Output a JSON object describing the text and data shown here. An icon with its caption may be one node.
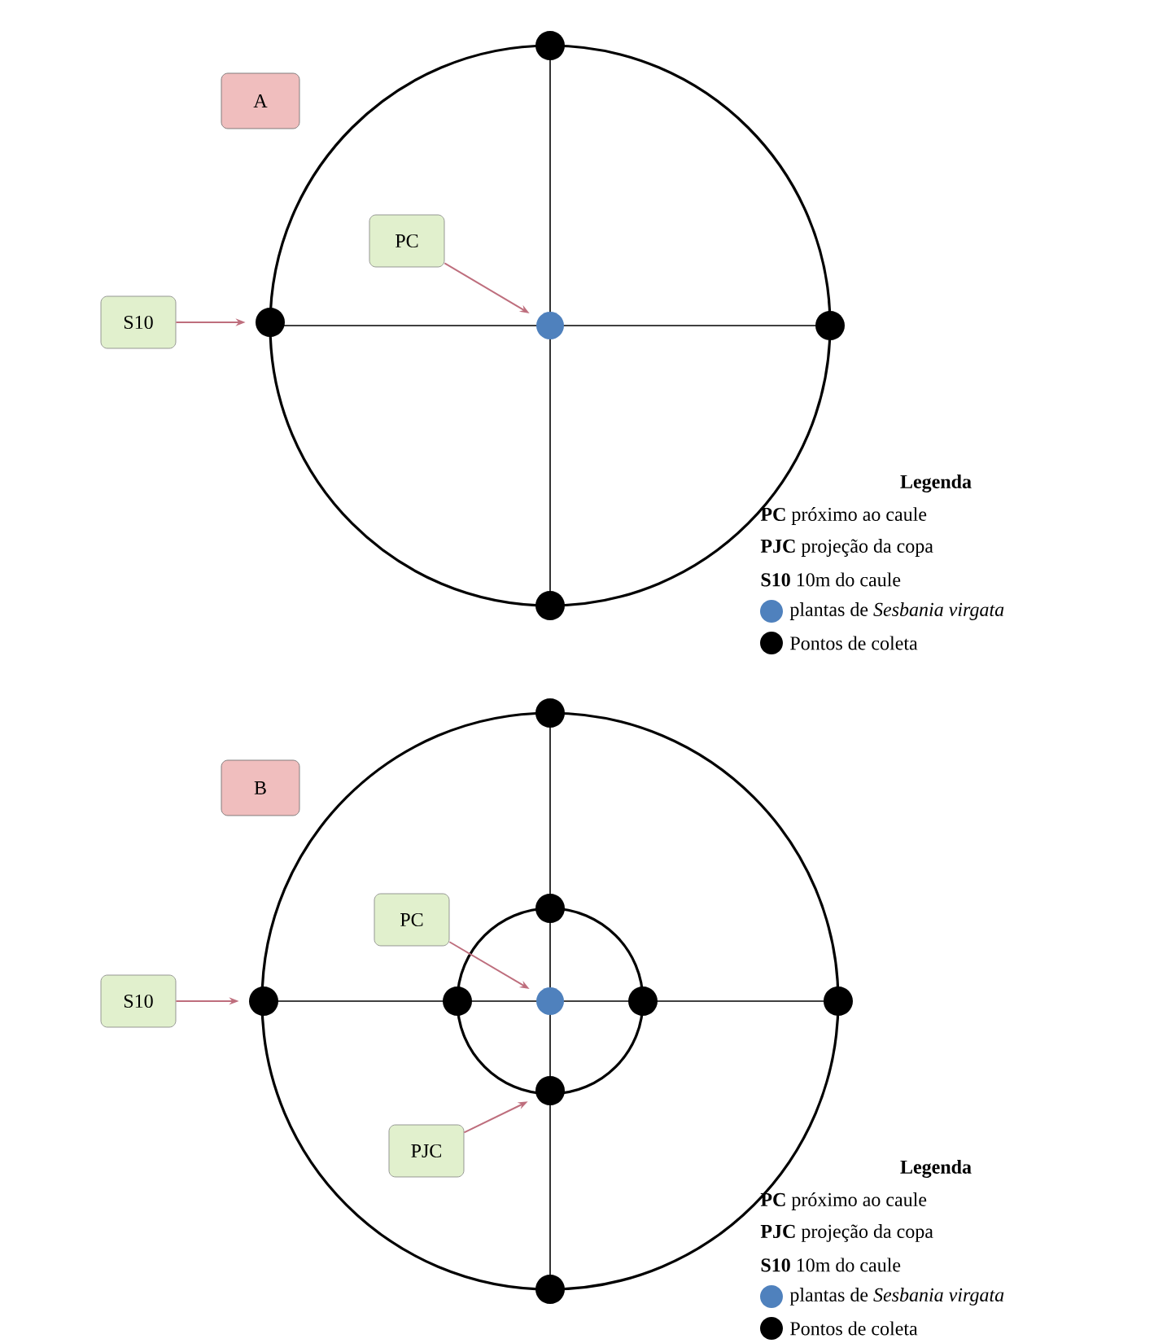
{
  "diagram": {
    "nodes": [
      {
        "text": [
          "A"
        ]
      },
      {
        "text": [
          "PC"
        ]
      },
      {
        "text": [
          "S10"
        ]
      },
      {
        "text": [],
        "shape": "circle"
      },
      {
        "text": [],
        "shape": "circle"
      },
      {
        "text": [
          "B"
        ]
      },
      {
        "text": [
          "PC"
        ]
      },
      {
        "text": [
          "S10"
        ]
      },
      {
        "text": [
          "PJC"
        ]
      },
      {
        "text": [],
        "shape": "circle"
      },
      {
        "text": [],
        "shape": "circle"
      },
      {
        "text": [],
        "shape": "circle"
      }
    ],
    "edges": [
      {
        "from": 1,
        "to": 3,
        "arrow": "to"
      },
      {
        "from": 2,
        "to": 4,
        "arrow": "to"
      },
      {
        "from": 6,
        "to": 9,
        "arrow": "to"
      },
      {
        "from": 7,
        "to": 10,
        "arrow": "to"
      },
      {
        "from": 8,
        "to": 11,
        "arrow": "to"
      }
    ],
    "labels": [
      "Legenda",
      "Legenda"
    ],
    "legend": [
      {
        "text": "**PC** próximo ao caule"
      },
      {
        "text": "**PJC** projeção da copa"
      },
      {
        "text": "**S10** 10m do caule"
      },
      {
        "text": "plantas de *Sesbania virgata*",
        "color": "#4f81bd"
      },
      {
        "text": "Pontos de coleta",
        "color": "#000000"
      },
      {
        "text": "**PC** próximo ao caule"
      },
      {
        "text": "**PJC** projeção da copa"
      },
      {
        "text": "**S10** 10m do caule"
      },
      {
        "text": "plantas de *Sesbania virgata*",
        "color": "#4f81bd"
      },
      {
        "text": "Pontos de coleta",
        "color": "#000000"
      }
    ]
  }
}
